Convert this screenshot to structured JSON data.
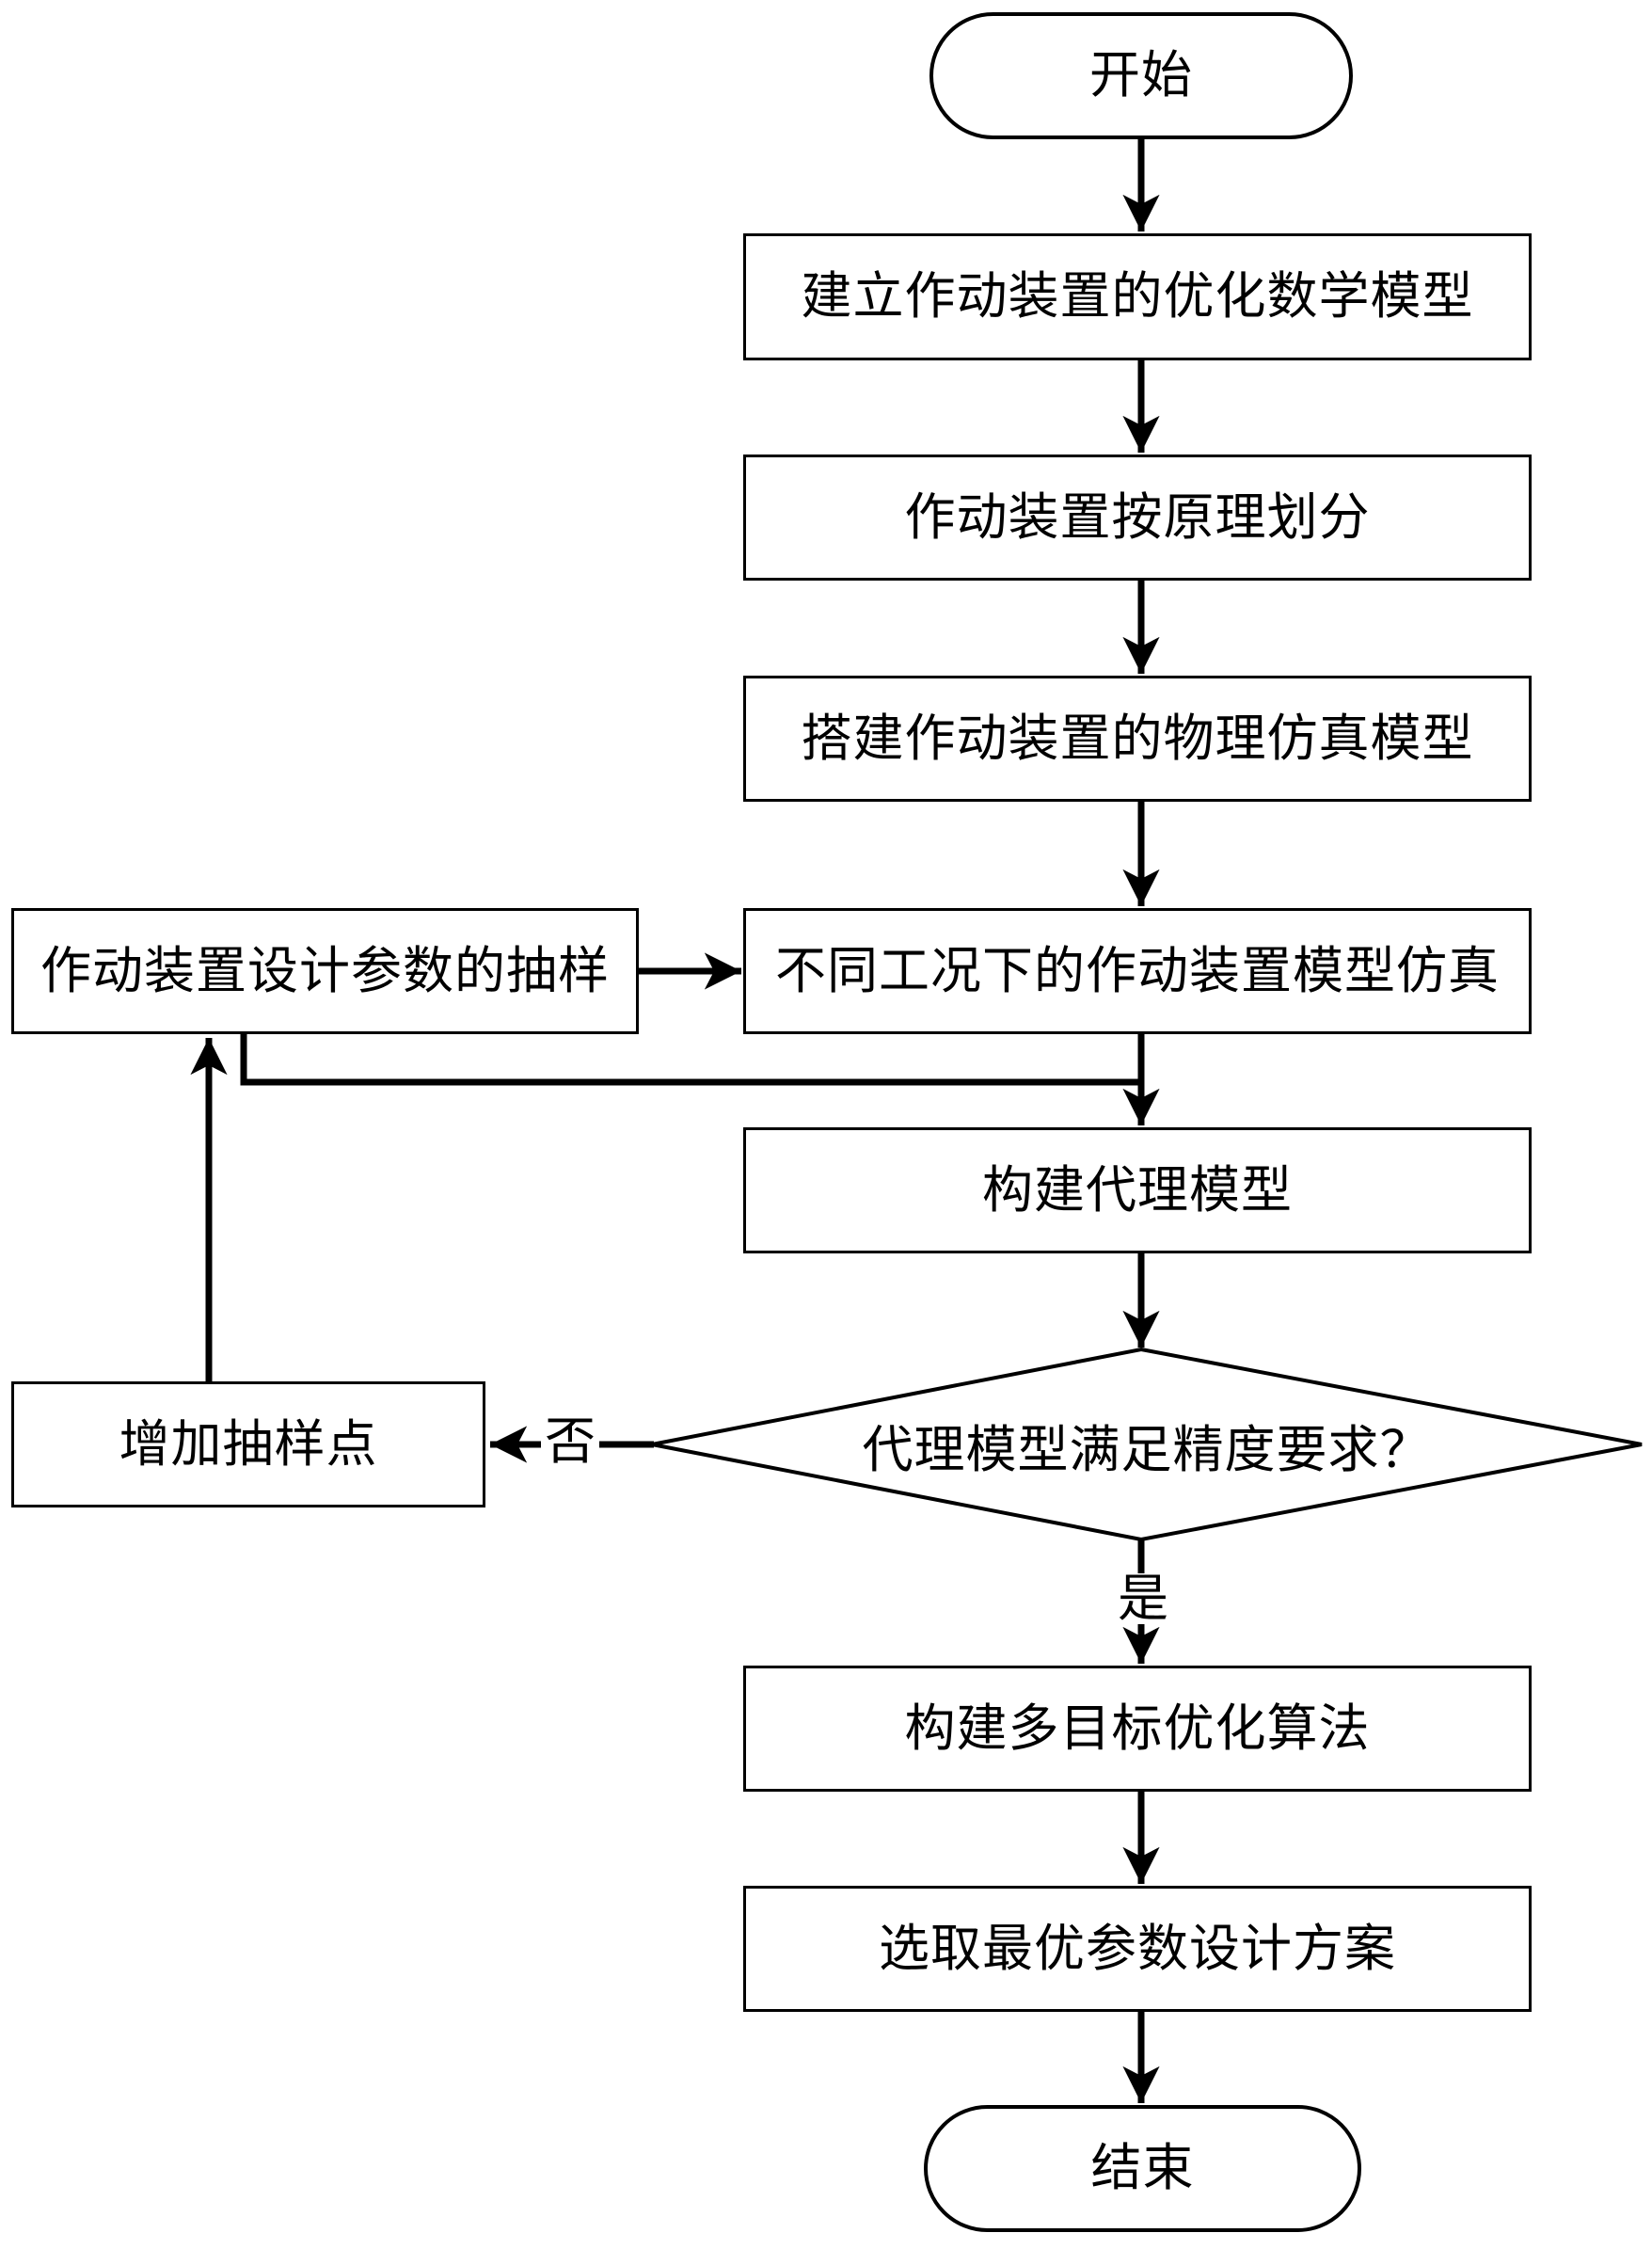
{
  "diagram": {
    "type": "flowchart",
    "colors": {
      "stroke": "#000000",
      "background": "#ffffff",
      "text": "#000000"
    },
    "nodes": {
      "start": "开始",
      "build_math_model": "建立作动装置的优化数学模型",
      "divide_by_principle": "作动装置按原理划分",
      "build_physical_sim": "搭建作动装置的物理仿真模型",
      "sampling": "作动装置设计参数的抽样",
      "sim_conditions": "不同工况下的作动装置模型仿真",
      "build_surrogate": "构建代理模型",
      "decision": "代理模型满足精度要求？",
      "add_samples": "增加抽样点",
      "build_moo": "构建多目标优化算法",
      "select_best": "选取最优参数设计方案",
      "end": "结束"
    },
    "edge_labels": {
      "no": "否",
      "yes": "是"
    }
  }
}
